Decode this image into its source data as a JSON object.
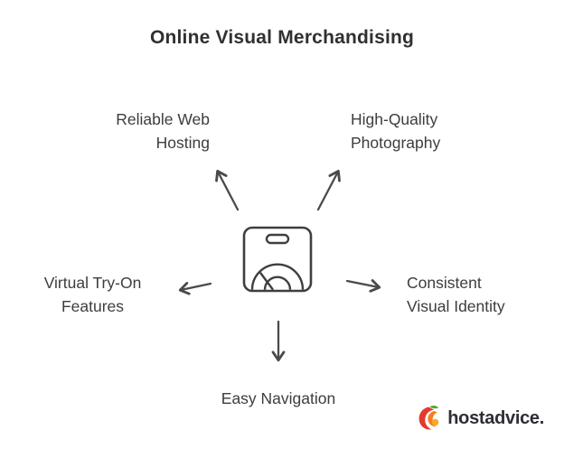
{
  "title": "Online Visual Merchandising",
  "nodes": {
    "top_left": {
      "line1": "Reliable Web",
      "line2": "Hosting"
    },
    "top_right": {
      "line1": "High-Quality",
      "line2": "Photography"
    },
    "left": {
      "line1": "Virtual Try-On",
      "line2": "Features"
    },
    "right": {
      "line1": "Consistent",
      "line2": "Visual Identity"
    },
    "bottom": {
      "label": "Easy Navigation"
    }
  },
  "center_icon": "shopping-bag",
  "logo": {
    "brand": "hostadvice."
  },
  "colors": {
    "title_text": "#303030",
    "label_text": "#3d3d3d",
    "arrow": "#4a4a4a",
    "icon_stroke": "#3f3f3f",
    "logo_red": "#e23a2e",
    "logo_orange": "#f57f20",
    "logo_yellow": "#f9a826",
    "logo_green": "#56a531",
    "logo_text": "#2d2d35"
  }
}
